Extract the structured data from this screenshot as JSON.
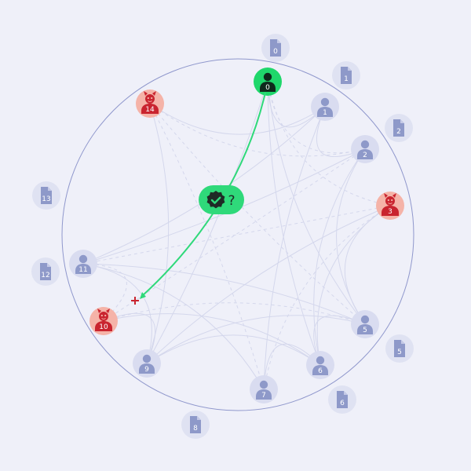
{
  "colors": {
    "background": "#eff0f9",
    "ring": "#8f97cc",
    "edge": "#d4d7ec",
    "node_peer": "#8e99c9",
    "node_peer_bg": "#d9dcf0",
    "node_self": "#1fd76b",
    "node_self_dark": "#0e2a1c",
    "node_malicious": "#c9242f",
    "node_malicious_bg": "#f5b3a8",
    "doc": "#8e99c9",
    "doc_bg": "#dfe2f2",
    "path": "#2fd97a",
    "target_marker": "#c9242f"
  },
  "nodes": [
    {
      "id": "0",
      "label": "0",
      "type": "self"
    },
    {
      "id": "1",
      "label": "1",
      "type": "peer"
    },
    {
      "id": "2",
      "label": "2",
      "type": "peer"
    },
    {
      "id": "3",
      "label": "3",
      "type": "malicious"
    },
    {
      "id": "5",
      "label": "5",
      "type": "peer"
    },
    {
      "id": "6",
      "label": "6",
      "type": "peer"
    },
    {
      "id": "7",
      "label": "7",
      "type": "peer"
    },
    {
      "id": "9",
      "label": "9",
      "type": "peer"
    },
    {
      "id": "10",
      "label": "10",
      "type": "malicious"
    },
    {
      "id": "11",
      "label": "11",
      "type": "peer"
    },
    {
      "id": "14",
      "label": "14",
      "type": "malicious"
    }
  ],
  "documents": [
    {
      "label": "0"
    },
    {
      "label": "1"
    },
    {
      "label": "2"
    },
    {
      "label": "13"
    },
    {
      "label": "12"
    },
    {
      "label": "5"
    },
    {
      "label": "6"
    },
    {
      "label": "8"
    }
  ],
  "links": [
    {
      "from": "0",
      "to": "1",
      "style": "solid"
    },
    {
      "from": "0",
      "to": "2",
      "style": "dashed"
    },
    {
      "from": "0",
      "to": "3",
      "style": "dashed"
    },
    {
      "from": "0",
      "to": "5",
      "style": "solid"
    },
    {
      "from": "0",
      "to": "6",
      "style": "solid"
    },
    {
      "from": "0",
      "to": "9",
      "style": "solid"
    },
    {
      "from": "14",
      "to": "1",
      "style": "solid"
    },
    {
      "from": "14",
      "to": "2",
      "style": "dashed"
    },
    {
      "from": "14",
      "to": "5",
      "style": "dashed"
    },
    {
      "from": "14",
      "to": "7",
      "style": "dashed"
    },
    {
      "from": "14",
      "to": "9",
      "style": "solid"
    },
    {
      "from": "1",
      "to": "2",
      "style": "solid"
    },
    {
      "from": "1",
      "to": "11",
      "style": "solid"
    },
    {
      "from": "1",
      "to": "7",
      "style": "solid"
    },
    {
      "from": "2",
      "to": "11",
      "style": "solid"
    },
    {
      "from": "2",
      "to": "10",
      "style": "dashed"
    },
    {
      "from": "2",
      "to": "6",
      "style": "solid"
    },
    {
      "from": "2",
      "to": "5",
      "style": "solid"
    },
    {
      "from": "3",
      "to": "11",
      "style": "dashed"
    },
    {
      "from": "3",
      "to": "9",
      "style": "solid"
    },
    {
      "from": "3",
      "to": "6",
      "style": "solid"
    },
    {
      "from": "3",
      "to": "7",
      "style": "dashed"
    },
    {
      "from": "3",
      "to": "5",
      "style": "solid"
    },
    {
      "from": "11",
      "to": "5",
      "style": "solid"
    },
    {
      "from": "11",
      "to": "9",
      "style": "solid"
    },
    {
      "from": "11",
      "to": "7",
      "style": "solid"
    },
    {
      "from": "11",
      "to": "10",
      "style": "dashed"
    },
    {
      "from": "10",
      "to": "9",
      "style": "solid"
    },
    {
      "from": "10",
      "to": "6",
      "style": "solid"
    },
    {
      "from": "10",
      "to": "5",
      "style": "dashed"
    },
    {
      "from": "9",
      "to": "6",
      "style": "solid"
    },
    {
      "from": "9",
      "to": "5",
      "style": "solid"
    },
    {
      "from": "7",
      "to": "6",
      "style": "solid"
    },
    {
      "from": "6",
      "to": "5",
      "style": "solid"
    }
  ],
  "route": {
    "from": "0",
    "to_marker": "+",
    "via_label": "?"
  },
  "icons": {
    "peer": "user-icon",
    "self": "user-icon",
    "malicious": "devil-icon",
    "document": "document-icon",
    "route_badge": "verified-check-icon"
  }
}
